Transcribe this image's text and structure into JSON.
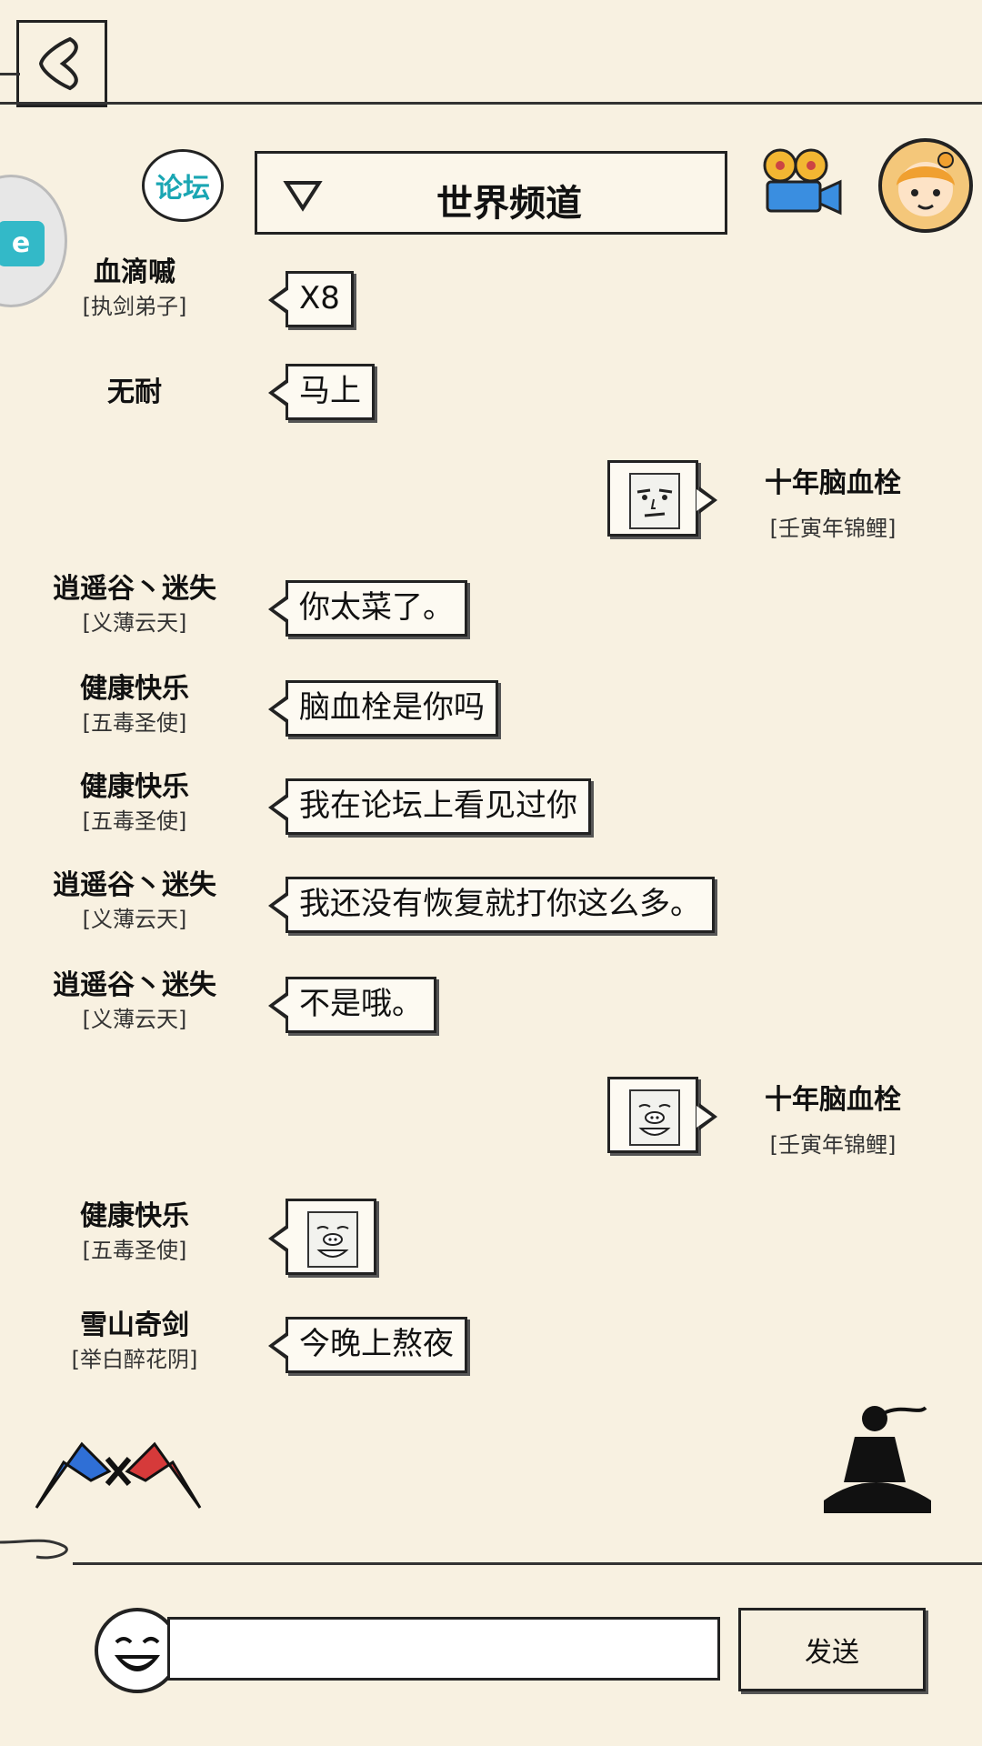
{
  "header": {
    "forum_label": "论坛",
    "channel_title": "世界频道"
  },
  "messages": [
    {
      "name": "血滴嘁",
      "title": "[执剑弟子]",
      "text": "X8"
    },
    {
      "name": "无耐",
      "title": "",
      "text": "马上"
    },
    {
      "name": "十年脑血栓",
      "title": "[壬寅年锦鲤]",
      "sticker": "face-sticker"
    },
    {
      "name": "逍遥谷丶迷失",
      "title": "[义薄云天]",
      "text": "你太菜了。"
    },
    {
      "name": "健康快乐",
      "title": "[五毒圣使]",
      "text": "脑血栓是你吗"
    },
    {
      "name": "健康快乐",
      "title": "[五毒圣使]",
      "text": "我在论坛上看见过你"
    },
    {
      "name": "逍遥谷丶迷失",
      "title": "[义薄云天]",
      "text": "我还没有恢复就打你这么多。"
    },
    {
      "name": "逍遥谷丶迷失",
      "title": "[义薄云天]",
      "text": "不是哦。"
    },
    {
      "name": "十年脑血栓",
      "title": "[壬寅年锦鲤]",
      "sticker": "pig-sticker"
    },
    {
      "name": "健康快乐",
      "title": "[五毒圣使]",
      "sticker": "pig-sticker"
    },
    {
      "name": "雪山奇剑",
      "title": "[举白醉花阴]",
      "text": "今晚上熬夜"
    }
  ],
  "input": {
    "value": "",
    "placeholder": "",
    "send_label": "发送"
  },
  "colors": {
    "background": "#f8f1e1",
    "forum_accent": "#1aa6b3",
    "camera_accent": "#3a8ee0"
  }
}
